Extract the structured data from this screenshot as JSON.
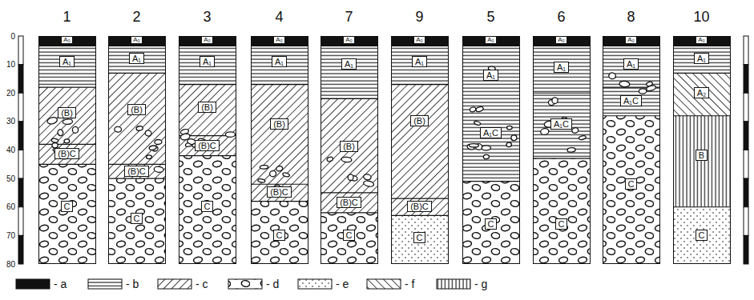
{
  "diagram": {
    "nodes": [
      {
        "text": [
          "1"
        ]
      },
      {
        "text": [
          "A₀"
        ],
        "in": 0
      },
      {
        "text": [
          "A₁"
        ],
        "in": 0
      },
      {
        "text": [
          "(B)"
        ],
        "in": 0
      },
      {
        "text": [
          "(B)C"
        ],
        "in": 0
      },
      {
        "text": [
          "C"
        ],
        "in": 0
      },
      {
        "text": [
          "2"
        ]
      },
      {
        "text": [
          "A₀"
        ],
        "in": 6
      },
      {
        "text": [
          "A₁"
        ],
        "in": 6
      },
      {
        "text": [
          "(B)"
        ],
        "in": 6
      },
      {
        "text": [
          "(B)C"
        ],
        "in": 6
      },
      {
        "text": [
          "C"
        ],
        "in": 6
      },
      {
        "text": [
          "3"
        ]
      },
      {
        "text": [
          "A₀"
        ],
        "in": 12
      },
      {
        "text": [
          "A₁"
        ],
        "in": 12
      },
      {
        "text": [
          "(B)"
        ],
        "in": 12
      },
      {
        "text": [
          "(B)C"
        ],
        "in": 12
      },
      {
        "text": [
          "C"
        ],
        "in": 12
      },
      {
        "text": [
          "4"
        ]
      },
      {
        "text": [
          "A₀"
        ],
        "in": 18
      },
      {
        "text": [
          "A₁"
        ],
        "in": 18
      },
      {
        "text": [
          "(B)"
        ],
        "in": 18
      },
      {
        "text": [
          "(B)C"
        ],
        "in": 18
      },
      {
        "text": [
          "C"
        ],
        "in": 18
      },
      {
        "text": [
          "7"
        ]
      },
      {
        "text": [
          "A₀"
        ],
        "in": 24
      },
      {
        "text": [
          "A₁"
        ],
        "in": 24
      },
      {
        "text": [
          "(B)"
        ],
        "in": 24
      },
      {
        "text": [
          "(B)C"
        ],
        "in": 24
      },
      {
        "text": [
          "C"
        ],
        "in": 24
      },
      {
        "text": [
          "9"
        ]
      },
      {
        "text": [
          "A₀"
        ],
        "in": 30
      },
      {
        "text": [
          "A₁"
        ],
        "in": 30
      },
      {
        "text": [
          "(B)"
        ],
        "in": 30
      },
      {
        "text": [
          "(B)C"
        ],
        "in": 30
      },
      {
        "text": [
          "C"
        ],
        "in": 30
      },
      {
        "text": [
          "5"
        ]
      },
      {
        "text": [
          "A₀"
        ],
        "in": 36
      },
      {
        "text": [
          "A₁"
        ],
        "in": 36
      },
      {
        "text": [
          "A₁C"
        ],
        "in": 36
      },
      {
        "text": [
          "C"
        ],
        "in": 36
      },
      {
        "text": [
          "6"
        ]
      },
      {
        "text": [
          "A₀"
        ],
        "in": 41
      },
      {
        "text": [
          "A₁"
        ],
        "in": 41
      },
      {
        "text": [
          "A₁C"
        ],
        "in": 41
      },
      {
        "text": [
          "C"
        ],
        "in": 41
      },
      {
        "text": [
          "8"
        ]
      },
      {
        "text": [
          "A₀"
        ],
        "in": 46
      },
      {
        "text": [
          "A₁"
        ],
        "in": 46
      },
      {
        "text": [
          "A₁C"
        ],
        "in": 46
      },
      {
        "text": [
          "C"
        ],
        "in": 46
      },
      {
        "text": [
          "10"
        ]
      },
      {
        "text": [
          "A₀"
        ],
        "in": 51
      },
      {
        "text": [
          "A₁"
        ],
        "in": 51
      },
      {
        "text": [
          "A₂"
        ],
        "in": 51
      },
      {
        "text": [
          "B"
        ],
        "in": 51
      },
      {
        "text": [
          "C"
        ],
        "in": 51
      }
    ],
    "labels": [
      "0",
      "10",
      "20",
      "30",
      "40",
      "50",
      "60",
      "70",
      "80"
    ],
    "legend": [
      {
        "text": "- a",
        "color": "#111111"
      },
      {
        "text": "- b"
      },
      {
        "text": "- c"
      },
      {
        "text": "- d"
      },
      {
        "text": "- e"
      },
      {
        "text": "- f"
      },
      {
        "text": "- g"
      }
    ]
  }
}
